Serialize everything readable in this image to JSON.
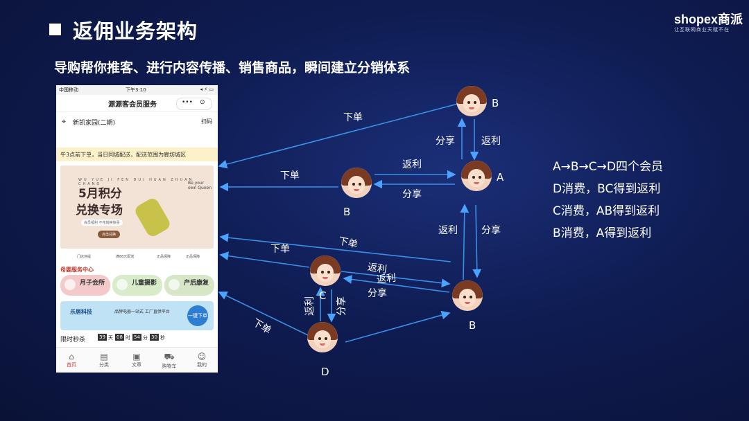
{
  "header": {
    "title": "返佣业务架构",
    "subtitle": "导购帮你推客、进行内容传播、销售商品，瞬间建立分销体系",
    "logo": "shopex商派",
    "logo_slogan": "让互联网商业天赋不在"
  },
  "phone": {
    "status": {
      "carrier": "中国移动",
      "time": "下午3:10",
      "signal": "◂ ⚡ ▭"
    },
    "nav_title": "源源客会员服务",
    "nav_more": "•••",
    "nav_close": "⊙",
    "location": "新凯家园(二期)",
    "scan": "扫码",
    "notice": "午3点前下单，当日同城配送，配送范围为廊坊城区",
    "banner": {
      "pinyin": "WU YUE JI FEN DUI HUAN ZHUAN CHANG",
      "line1": "5月积分",
      "line2": "兑换专场",
      "line3": "会员福利 不花钱换惊喜",
      "button": "点击兑换",
      "side": "Be your own Queen"
    },
    "tags": [
      "门店自提",
      "满88元配送",
      "正品保障",
      "正品保障"
    ],
    "section_title": "母婴服务中心",
    "services": [
      "月子会所",
      "儿童摄影",
      "产后康复"
    ],
    "ad": {
      "brand": "乐居科技",
      "line": "品牌电器一站式 工厂直供平台",
      "button": "一键下单"
    },
    "flash": {
      "label": "限时秒杀",
      "days": "39",
      "day_unit": "天",
      "hours": "08",
      "hour_unit": "时",
      "minutes": "54",
      "minute_unit": "分",
      "seconds": "30",
      "second_unit": "秒"
    },
    "tabs": [
      "首页",
      "分类",
      "文章",
      "购物车",
      "我的"
    ]
  },
  "diagram": {
    "nodes": {
      "b_top": "B",
      "a": "A",
      "b_mid": "B",
      "c": "C",
      "b_low": "B",
      "d": "D"
    },
    "edges": {
      "order": "下单",
      "share": "分享",
      "rebate": "返利"
    }
  },
  "rules": [
    "A→B→C→D四个会员",
    "D消费，BC得到返利",
    "C消费，AB得到返利",
    "B消费，A得到返利"
  ]
}
